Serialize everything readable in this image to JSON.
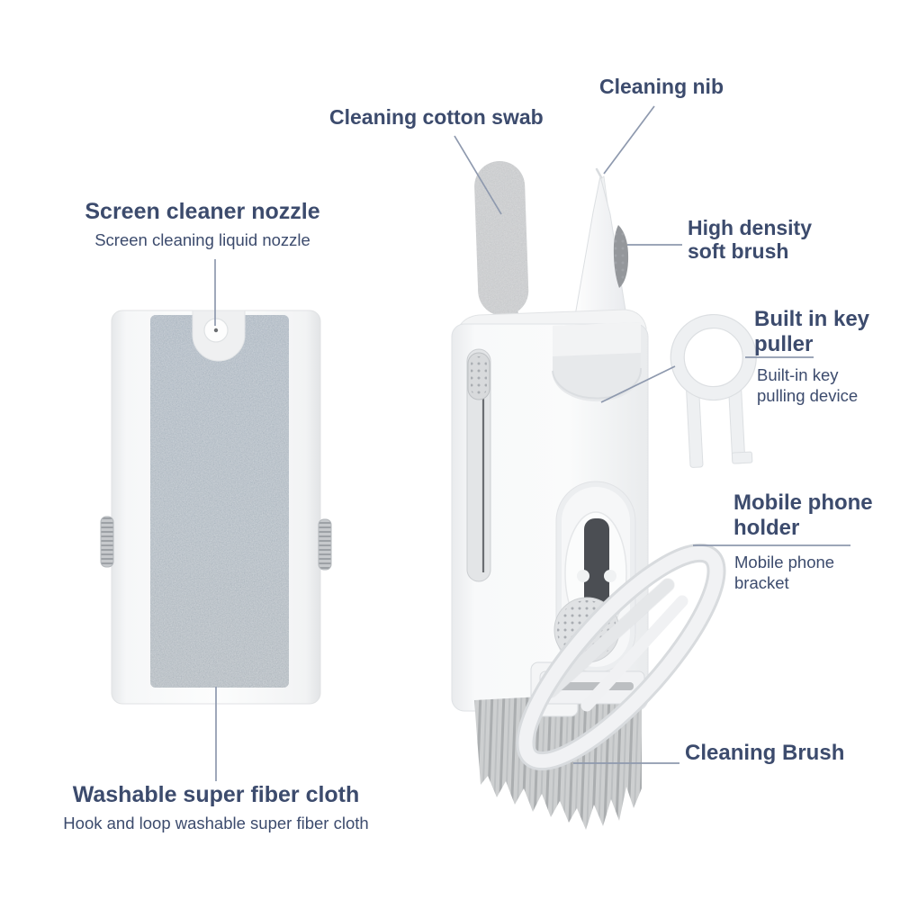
{
  "image_type": "annotated product diagram",
  "product": "8-in-1 keyboard and earbud cleaning kit",
  "annotations": {
    "cleaning_cotton_swab": {
      "title": "Cleaning cotton swab"
    },
    "cleaning_nib": {
      "title": "Cleaning nib"
    },
    "high_density_soft_brush": {
      "title": "High density soft brush"
    },
    "screen_cleaner_nozzle": {
      "title": "Screen cleaner nozzle",
      "subtitle": "Screen cleaning liquid nozzle"
    },
    "built_in_key_puller": {
      "title": "Built in key puller",
      "subtitle": "Built-in key pulling device"
    },
    "mobile_phone_holder": {
      "title": "Mobile phone holder",
      "subtitle": "Mobile phone bracket"
    },
    "washable_super_fiber_cloth": {
      "title": "Washable super fiber cloth",
      "subtitle": "Hook and loop washable super fiber cloth"
    },
    "cleaning_brush": {
      "title": "Cleaning Brush"
    }
  },
  "colors": {
    "label_text": "#3c4b6d",
    "leader_line": "#8e99ae",
    "fiber_cloth": "#a6b2bc",
    "foam_swab": "#c8c9ca",
    "device_body": "#f5f6f7"
  }
}
